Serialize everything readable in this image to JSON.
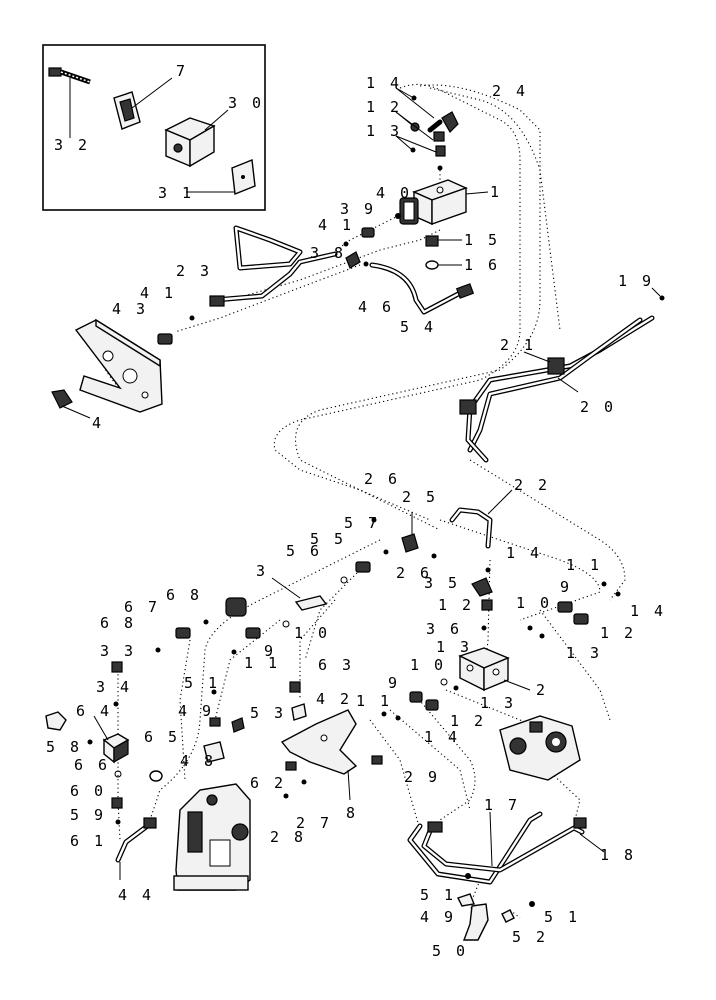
{
  "diagram": {
    "labels": [
      {
        "id": "p32",
        "text": "3 2"
      },
      {
        "id": "p7",
        "text": "7"
      },
      {
        "id": "p30",
        "text": "3 0"
      },
      {
        "id": "p31",
        "text": "3 1"
      },
      {
        "id": "p14a",
        "text": "1 4"
      },
      {
        "id": "p24",
        "text": "2 4"
      },
      {
        "id": "p12a",
        "text": "1 2"
      },
      {
        "id": "p13a",
        "text": "1 3"
      },
      {
        "id": "p1",
        "text": "1"
      },
      {
        "id": "p40",
        "text": "4 0"
      },
      {
        "id": "p39a",
        "text": "3 9"
      },
      {
        "id": "p41a",
        "text": "4 1"
      },
      {
        "id": "p15",
        "text": "1 5"
      },
      {
        "id": "p16",
        "text": "1 6"
      },
      {
        "id": "p38",
        "text": "3 8"
      },
      {
        "id": "p46",
        "text": "4 6"
      },
      {
        "id": "p23",
        "text": "2 3"
      },
      {
        "id": "p41b",
        "text": "4 1"
      },
      {
        "id": "p43",
        "text": "4 3"
      },
      {
        "id": "p54",
        "text": "5 4"
      },
      {
        "id": "p19",
        "text": "1 9"
      },
      {
        "id": "p21",
        "text": "2 1"
      },
      {
        "id": "p20",
        "text": "2 0"
      },
      {
        "id": "p4",
        "text": "4"
      },
      {
        "id": "p26a",
        "text": "2 6"
      },
      {
        "id": "p22",
        "text": "2 2"
      },
      {
        "id": "p25",
        "text": "2 5"
      },
      {
        "id": "p57",
        "text": "5 7"
      },
      {
        "id": "p55",
        "text": "5 5"
      },
      {
        "id": "p56",
        "text": "5 6"
      },
      {
        "id": "p14b",
        "text": "1 4"
      },
      {
        "id": "p26b",
        "text": "2 6"
      },
      {
        "id": "p35",
        "text": "3 5"
      },
      {
        "id": "p3",
        "text": "3"
      },
      {
        "id": "p11a",
        "text": "1 1"
      },
      {
        "id": "p9a",
        "text": "9"
      },
      {
        "id": "p68a",
        "text": "6 8"
      },
      {
        "id": "p67",
        "text": "6 7"
      },
      {
        "id": "p10a",
        "text": "1 0"
      },
      {
        "id": "p14c",
        "text": "1 4"
      },
      {
        "id": "p12b",
        "text": "1 2"
      },
      {
        "id": "p68b",
        "text": "6 8"
      },
      {
        "id": "p10b",
        "text": "1 0"
      },
      {
        "id": "p36",
        "text": "3 6"
      },
      {
        "id": "p12c",
        "text": "1 2"
      },
      {
        "id": "p9b",
        "text": "9"
      },
      {
        "id": "p13b",
        "text": "1 3"
      },
      {
        "id": "p13c",
        "text": "1 3"
      },
      {
        "id": "p33",
        "text": "3 3"
      },
      {
        "id": "p11b",
        "text": "1 1"
      },
      {
        "id": "p63",
        "text": "6 3"
      },
      {
        "id": "p10c",
        "text": "1 0"
      },
      {
        "id": "p51a",
        "text": "5 1"
      },
      {
        "id": "p2",
        "text": "2"
      },
      {
        "id": "p34",
        "text": "3 4"
      },
      {
        "id": "p42",
        "text": "4 2"
      },
      {
        "id": "p9c",
        "text": "9"
      },
      {
        "id": "p13d",
        "text": "1 3"
      },
      {
        "id": "p64",
        "text": "6 4"
      },
      {
        "id": "p49a",
        "text": "4 9"
      },
      {
        "id": "p53",
        "text": "5 3"
      },
      {
        "id": "p11c",
        "text": "1 1"
      },
      {
        "id": "p12d",
        "text": "1 2"
      },
      {
        "id": "p14d",
        "text": "1 4"
      },
      {
        "id": "p58",
        "text": "5 8"
      },
      {
        "id": "p66",
        "text": "6 6"
      },
      {
        "id": "p65",
        "text": "6 5"
      },
      {
        "id": "p48",
        "text": "4 8"
      },
      {
        "id": "p60",
        "text": "6 0"
      },
      {
        "id": "p62",
        "text": "6 2"
      },
      {
        "id": "p8",
        "text": "8"
      },
      {
        "id": "p29",
        "text": "2 9"
      },
      {
        "id": "p59",
        "text": "5 9"
      },
      {
        "id": "p61",
        "text": "6 1"
      },
      {
        "id": "p28",
        "text": "2 8"
      },
      {
        "id": "p27",
        "text": "2 7"
      },
      {
        "id": "p17",
        "text": "1 7"
      },
      {
        "id": "p18",
        "text": "1 8"
      },
      {
        "id": "p44",
        "text": "4 4"
      },
      {
        "id": "p51b",
        "text": "5 1"
      },
      {
        "id": "p49b",
        "text": "4 9"
      },
      {
        "id": "p51c",
        "text": "5 1"
      },
      {
        "id": "p52",
        "text": "5 2"
      },
      {
        "id": "p50",
        "text": "5 0"
      }
    ]
  }
}
